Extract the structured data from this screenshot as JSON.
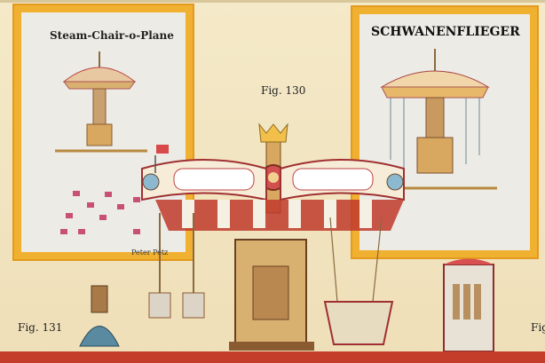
{
  "figures": {
    "main_label": "Fig. 130",
    "left_label": "Fig. 131",
    "right_label": "Fig"
  },
  "poster_left": {
    "title": "Steam-Chair-o-Plane",
    "signature": "Peter Petz"
  },
  "poster_right": {
    "title": "SCHWANENFLIEGER"
  },
  "colors": {
    "frame": "#f0b030",
    "bottom_bar": "#c43c2a",
    "canopy_red": "#c0392b",
    "canopy_blue": "#7fb0c8"
  }
}
